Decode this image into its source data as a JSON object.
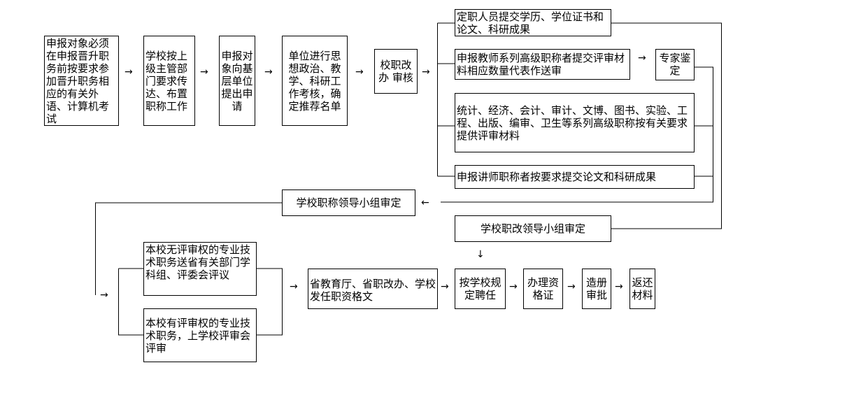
{
  "diagram": {
    "top_row": {
      "step1": "申报对象必须在申报晋升职务前按要求参加晋升职务相应的有关外语、计算机考试",
      "step2": "学校按上级主管部门要求传达、布置职称工作",
      "step3": "申报对象向基层单位提出申请",
      "step4": "单位进行思想政治、教学、科研工作考核，确定推荐名单",
      "step5": "校职改办 审核"
    },
    "branches": {
      "b1": "定职人员提交学历、学位证书和论文、科研成果",
      "b2": "申报教师系列高级职称者提交评审材料相应数量代表作送审",
      "expert": "专家鉴定",
      "b3": "统计、经济、会计、审计、文博、图书、实验、工程、出版、编审、卫生等系列高级职称按有关要求提供评审材料",
      "b4": "申报讲师职称者按要求提交论文和科研成果"
    },
    "review": {
      "title_group": "学校职称领导小组审定",
      "reform_group": "学校职改领导小组审定"
    },
    "bottom_row": {
      "no_authority": "本校无评审权的专业技术职务送省有关部门学科组、评委会评议",
      "has_authority": "本校有评审权的专业技术职务，上学校评审会评审",
      "province": "省教育厅、省职改办、学校发任职资格文",
      "appoint": "按学校规定聘任",
      "certificate": "办理资格证",
      "register": "造册审批",
      "return": "返还材料"
    },
    "arrows": {
      "right": "→",
      "left": "←",
      "down": "↓"
    },
    "colors": {
      "line": "#000000",
      "background": "#ffffff"
    }
  }
}
